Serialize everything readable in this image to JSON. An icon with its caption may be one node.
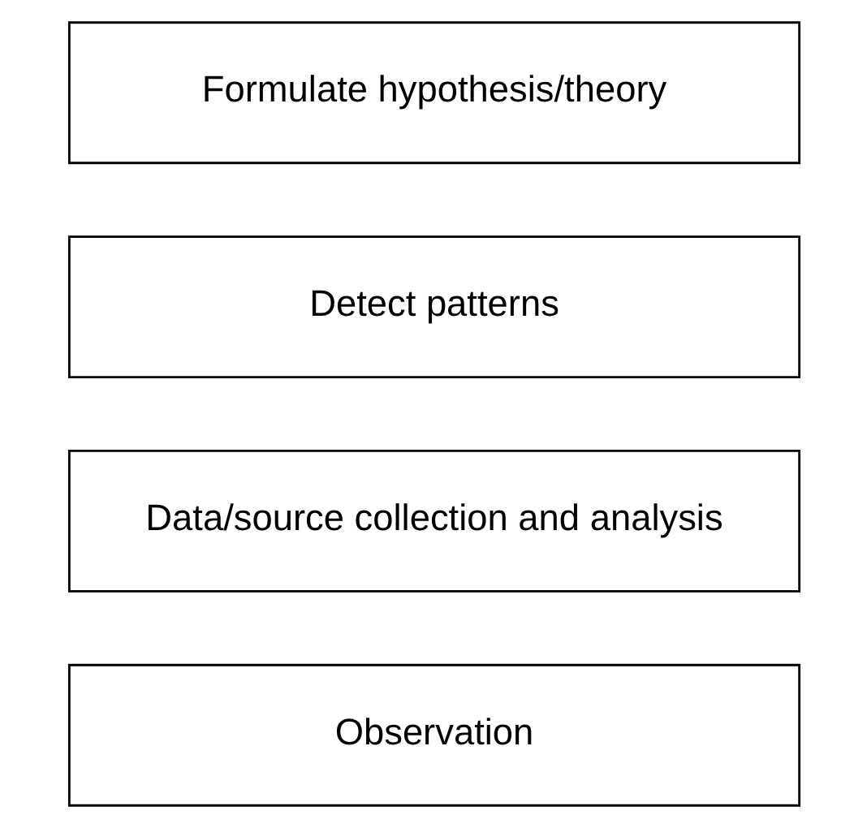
{
  "diagram": {
    "nodes": [
      {
        "text": [
          "Observation"
        ]
      },
      {
        "text": [
          "Data/source collection and analysis"
        ]
      },
      {
        "text": [
          "Detect patterns"
        ]
      },
      {
        "text": [
          "Formulate hypothesis/theory"
        ]
      }
    ],
    "edges": []
  }
}
